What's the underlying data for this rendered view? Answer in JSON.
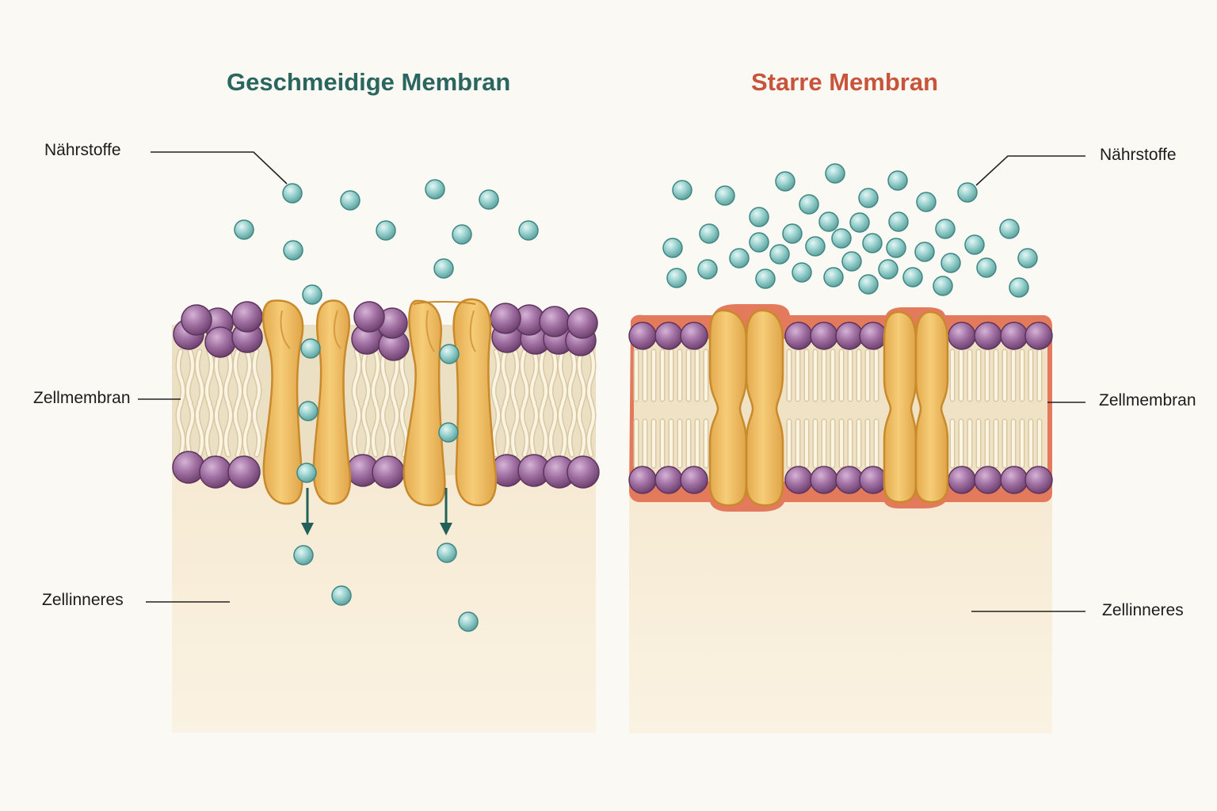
{
  "colors": {
    "fluid_title": "#2a6560",
    "rigid_title": "#c8553b",
    "nutrient": "#8fcfcc",
    "phospholipid_head": "#9a6a9c",
    "protein_channel": "#f2c062",
    "cytoplasm": "#f7eedb",
    "membrane_core": "#efe1c3",
    "rigid_outline": "#e47a5c",
    "arrow": "#24605a"
  },
  "panels": {
    "fluid": {
      "title": "Geschmeidige Membran",
      "labels": {
        "nutrients": "Nährstoffe",
        "membrane": "Zellmembran",
        "interior": "Zellinneres"
      }
    },
    "rigid": {
      "title": "Starre Membran",
      "labels": {
        "nutrients": "Nährstoffe",
        "membrane": "Zellmembran",
        "interior": "Zellinneres"
      }
    }
  },
  "icons": [
    "nutrient-particle-icon",
    "phospholipid-head-icon",
    "protein-channel-icon",
    "down-arrow-icon"
  ]
}
